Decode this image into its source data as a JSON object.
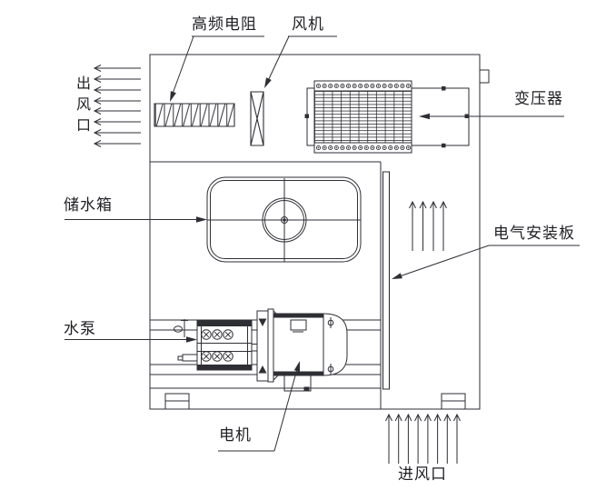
{
  "diagram": {
    "colors": {
      "line": "#2e2e35",
      "background": "#ffffff"
    },
    "labels": {
      "high_freq_resistor": "高频电阻",
      "fan": "风机",
      "transformer": "变压器",
      "water_tank": "储水箱",
      "electrical_mounting_plate": "电气安装板",
      "water_pump": "水泵",
      "motor": "电机",
      "air_outlet": "出风口",
      "air_inlet": "进风口"
    }
  }
}
